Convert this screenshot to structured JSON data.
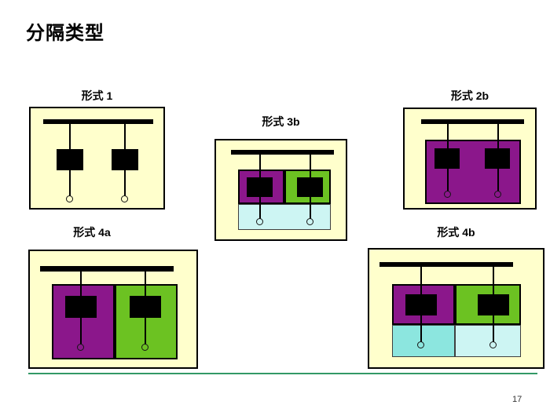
{
  "slide": {
    "title": "分隔类型",
    "page_number": "17"
  },
  "colors": {
    "background": "#ffffff",
    "panel_fill": "#FFFFCC",
    "panel_border": "#000000",
    "busbar": "#000000",
    "device": "#000000",
    "purple_compartment": "#8B178B",
    "green_compartment": "#6CC222",
    "cyan_compartment": "#CDF5F3",
    "cyan_compartment_dark": "#8CE6DF",
    "accent_rule": "#339966"
  },
  "forms": [
    {
      "id": "form-1",
      "label": "形式 1"
    },
    {
      "id": "form-2b",
      "label": "形式 2b"
    },
    {
      "id": "form-3b",
      "label": "形式 3b"
    },
    {
      "id": "form-4a",
      "label": "形式 4a"
    },
    {
      "id": "form-4b",
      "label": "形式 4b"
    }
  ]
}
